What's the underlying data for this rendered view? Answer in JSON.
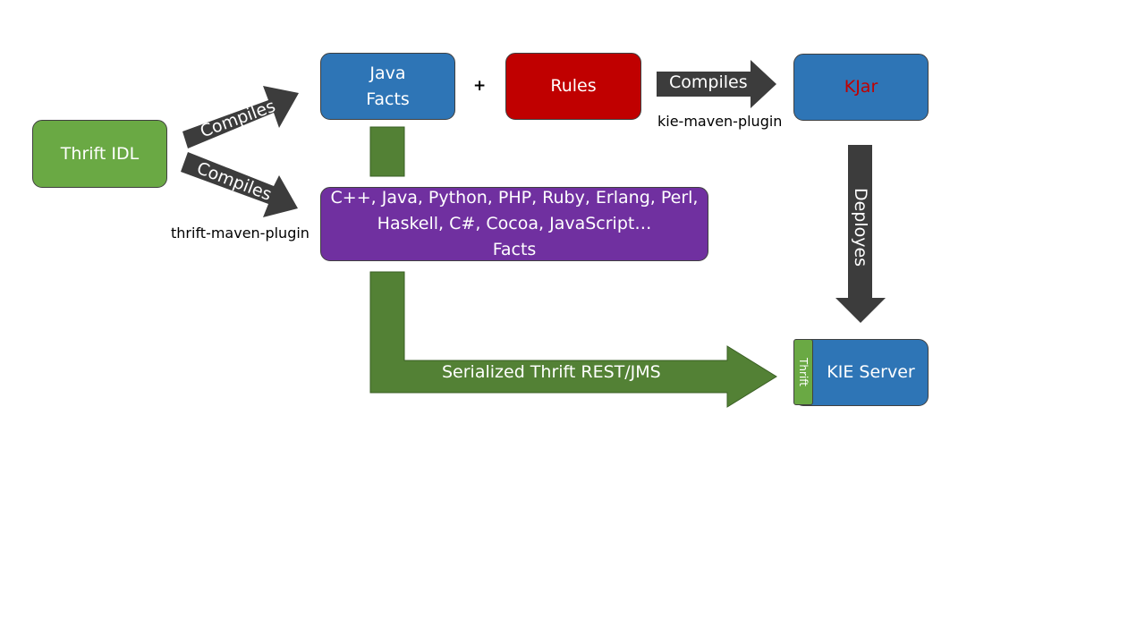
{
  "nodes": {
    "thrift_idl": {
      "label": "Thrift IDL",
      "color": "#6aa944"
    },
    "java_facts": {
      "line1": "Java",
      "line2": "Facts",
      "color": "#2e75b6"
    },
    "rules": {
      "label": "Rules",
      "color": "#c00000"
    },
    "kjar": {
      "label": "KJar",
      "color": "#2e75b6",
      "text_color": "#c00000"
    },
    "multi_lang": {
      "line1": "C++, Java, Python, PHP, Ruby, Erlang, Perl,",
      "line2": "Haskell, C#, Cocoa, JavaScript…",
      "line3": "Facts",
      "color": "#7030a0"
    },
    "kie_server": {
      "label": "KIE Server",
      "tab_label": "Thrift",
      "color": "#2e75b6"
    }
  },
  "edges": {
    "compiles_up": "Compiles",
    "compiles_down": "Compiles",
    "compiles_right": "Compiles",
    "deploys": "Deployes",
    "serialized": "Serialized Thrift REST/JMS"
  },
  "labels": {
    "plus": "+",
    "thrift_plugin": "thrift-maven-plugin",
    "kie_plugin": "kie-maven-plugin"
  },
  "colors": {
    "dark_arrow": "#3c3c3c",
    "green_arrow": "#538135"
  }
}
